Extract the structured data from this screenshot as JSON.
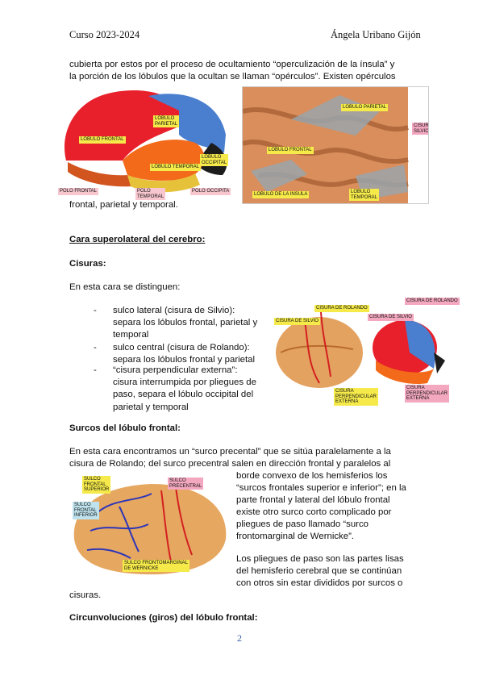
{
  "header": {
    "left": "Curso 2023-2024",
    "right": "Ángela Uribano Gijón"
  },
  "intro": {
    "line1": "cubierta por estos por el proceso de ocultamiento “operculización de la ínsula” y",
    "line2": "la porción de los lóbulos que la ocultan se llaman “opérculos”. Existen  opérculos",
    "line3": "frontal, parietal y temporal."
  },
  "figure1": {
    "labels": {
      "lobulo_frontal": "LÓBULO FRONTAL",
      "lobulo_parietal": "LÓBULO\nPARIETAL",
      "lobulo_temporal": "LÓBULO TEMPORAL",
      "lobulo_occipital": "LÓBULO\nOCCIPITAL",
      "polo_frontal": "POLO FRONTAL",
      "polo_temporal": "POLO\nTEMPORAL",
      "polo_occipital": "POLO OCCIPITA"
    }
  },
  "figure2": {
    "labels": {
      "lobulo_parietal": "LOBULO PARIETAL",
      "cisura_silvio": "CISURA DE\nSILVIO",
      "lobulo_frontal": "LOBULO FRONTAL",
      "lobulo_insula": "LOBULO DE LA INSULA",
      "lobulo_temporal": "LOBULO\nTEMPORAL"
    }
  },
  "section1": {
    "heading": "Cara superolateral del cerebro:",
    "subheading": "Cisuras:",
    "intro": "En esta cara se distinguen:",
    "bullets": [
      {
        "l1": "sulco lateral (cisura de Silvio):",
        "l2": "separa los lóbulos frontal, parietal y",
        "l3": "temporal"
      },
      {
        "l1": "sulco central (cisura de Rolando):",
        "l2": "separa los lóbulos frontal y parietal",
        "l3": ""
      },
      {
        "l1": "“cisura perpendicular externa”:",
        "l2": "cisura interrumpida por pliegues de",
        "l3": "paso, separa el lóbulo occipital del",
        "l4": "parietal y temporal"
      }
    ]
  },
  "figure3": {
    "labels": {
      "cisura_rolando_a": "CISURA DE ROLANDO",
      "cisura_silvio": "CISURA DE SILVIO",
      "cisura_rolando_b": "CISURA DE ROLANDO",
      "cisura_silvio_b": "CISURA DE SILVIO",
      "cisura_perp_a": "CISURA\nPERPENDICULAR\nEXTERNA",
      "cisura_perp_b": "CISURA\nPERPENDICULAR\nEXTERNA"
    }
  },
  "section2": {
    "heading": "Surcos del lóbulo frontal:",
    "p1_l1": "En esta cara encontramos un “surco precental” que se sitúa paralelamente a la",
    "p1_l2": "cisura de Rolando; del surco precentral salen en dirección frontal y paralelos al",
    "p1_l3": "borde convexo de los hemisferios los",
    "p1_l4": "“surcos frontales superior e inferior”; en la",
    "p1_l5": "parte frontal y lateral del lóbulo frontal",
    "p1_l6": "existe otro surco corto complicado por",
    "p1_l7": "pliegues de paso llamado “surco",
    "p1_l8": "frontomarginal de Wernicke”.",
    "p2_l1": "Los pliegues de paso son las partes lisas",
    "p2_l2": "del hemisferio cerebral que se continúan",
    "p2_l3": "con otros sin estar divididos por surcos o",
    "p2_l4": "cisuras."
  },
  "figure4": {
    "labels": {
      "sulco_frontal_superior": "SULCO\nFRONTAL\nSUPERIOR",
      "sulco_frontal_inferior": "SULCO\nFRONTAL\nINFERIOR",
      "sulco_precentral": "SULCO\nPRECENTRAL",
      "sulco_frontomarginal": "SULCO FRONTOMARGINAL\nDE WERNICKE"
    }
  },
  "section3": {
    "heading": "Circunvoluciones (giros) del lóbulo frontal:"
  },
  "footer": {
    "page_number": "2"
  }
}
